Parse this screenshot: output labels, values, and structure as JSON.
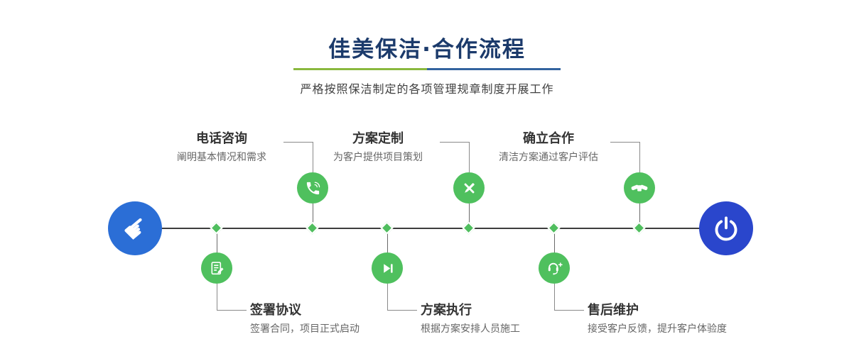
{
  "header": {
    "title": "佳美保洁·合作流程",
    "subtitle": "严格按照保洁制定的各项管理规章制度开展工作"
  },
  "colors": {
    "title_navy": "#1b3a6b",
    "divider_green": "#8ab83e",
    "divider_blue": "#33639f",
    "step_green": "#4fc05e",
    "start_blue": "#2b6ed6",
    "end_blue": "#2a46cc",
    "line_dark": "#3d3d3d"
  },
  "timeline": {
    "start": {
      "icon": "hand-pointer-icon",
      "glyph": "☛"
    },
    "end": {
      "icon": "power-icon"
    },
    "top_steps": [
      {
        "title": "电话咨询",
        "desc": "阐明基本情况和需求",
        "icon": "phone-icon"
      },
      {
        "title": "方案定制",
        "desc": "为客户提供项目策划",
        "icon": "pen-ruler-icon"
      },
      {
        "title": "确立合作",
        "desc": "清洁方案通过客户评估",
        "icon": "handshake-icon"
      }
    ],
    "bottom_steps": [
      {
        "title": "签署协议",
        "desc": "签署合同，项目正式启动",
        "icon": "document-sign-icon"
      },
      {
        "title": "方案执行",
        "desc": "根据方案安排人员施工",
        "icon": "play-step-icon"
      },
      {
        "title": "售后维护",
        "desc": "接受客户反馈，提升客户体验度",
        "icon": "headset-plus-icon"
      }
    ]
  }
}
